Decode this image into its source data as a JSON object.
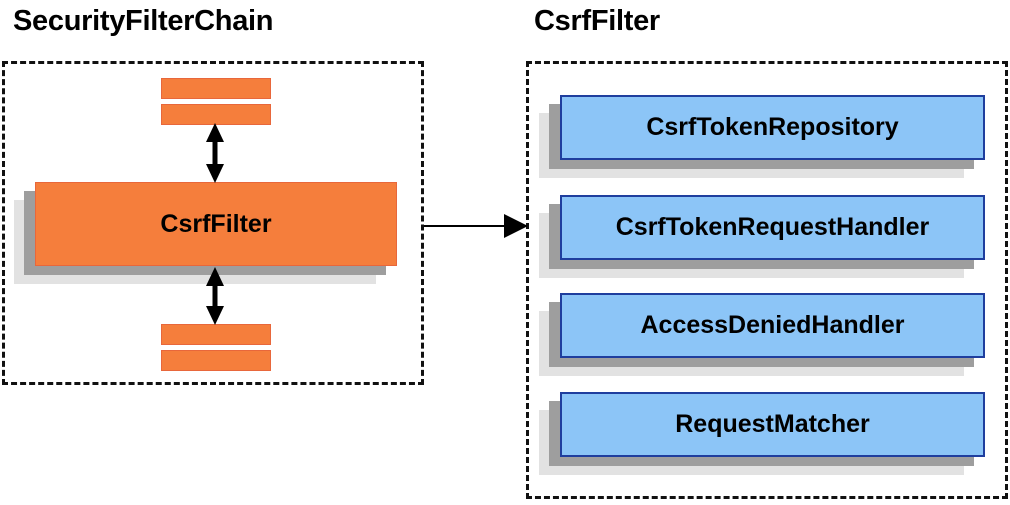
{
  "diagram": {
    "type": "component-relationship-diagram",
    "background_color": "#ffffff",
    "palette": {
      "orange_fill": "#F57E3C",
      "orange_border": "#E8673B",
      "blue_fill": "#8CC5F7",
      "blue_border": "#1F3E9E",
      "shadow_near": "#9E9E9E",
      "shadow_far": "#E2E2E2",
      "group_border": "#111111",
      "text": "#000000"
    },
    "panels": [
      {
        "id": "security-filter-chain",
        "title": "SecurityFilterChain",
        "border_style": "dashed",
        "nodes": [
          {
            "id": "bar-top-1",
            "label": "",
            "style": "orange-bar"
          },
          {
            "id": "bar-top-2",
            "label": "",
            "style": "orange-bar"
          },
          {
            "id": "csrf-filter",
            "label": "CsrfFilter",
            "style": "orange-stacked"
          },
          {
            "id": "bar-bottom-1",
            "label": "",
            "style": "orange-bar"
          },
          {
            "id": "bar-bottom-2",
            "label": "",
            "style": "orange-bar"
          }
        ]
      },
      {
        "id": "csrf-filter-detail",
        "title": "CsrfFilter",
        "border_style": "dashed",
        "nodes": [
          {
            "id": "csrf-token-repository",
            "label": "CsrfTokenRepository",
            "style": "blue-stacked"
          },
          {
            "id": "csrf-token-request-handler",
            "label": "CsrfTokenRequestHandler",
            "style": "blue-stacked"
          },
          {
            "id": "access-denied-handler",
            "label": "AccessDeniedHandler",
            "style": "blue-stacked"
          },
          {
            "id": "request-matcher",
            "label": "RequestMatcher",
            "style": "blue-stacked"
          }
        ]
      }
    ],
    "connectors": [
      {
        "id": "arrow-up",
        "from": "csrf-filter",
        "to": "bar-top-2",
        "heads": "both",
        "orientation": "vertical"
      },
      {
        "id": "arrow-down",
        "from": "csrf-filter",
        "to": "bar-bottom-1",
        "heads": "both",
        "orientation": "vertical"
      },
      {
        "id": "arrow-expand",
        "from": "security-filter-chain",
        "to": "csrf-filter-detail",
        "heads": "end",
        "orientation": "horizontal"
      }
    ]
  },
  "labels": {
    "title_left": "SecurityFilterChain",
    "title_right": "CsrfFilter",
    "csrf_filter": "CsrfFilter",
    "csrf_token_repository": "CsrfTokenRepository",
    "csrf_token_request_handler": "CsrfTokenRequestHandler",
    "access_denied_handler": "AccessDeniedHandler",
    "request_matcher": "RequestMatcher",
    "empty": ""
  }
}
